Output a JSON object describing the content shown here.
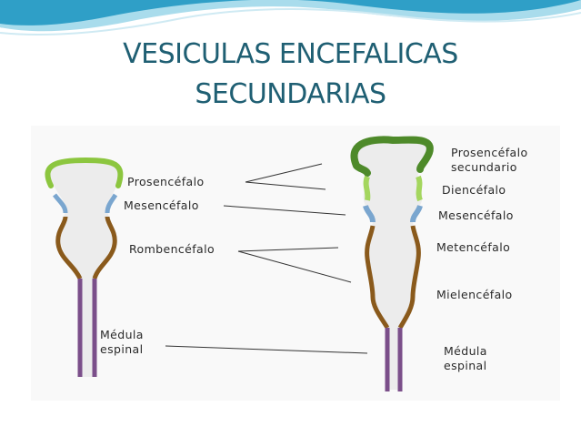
{
  "title": {
    "line1": "VESICULAS ENCEFALICAS",
    "line2": "SECUNDARIAS"
  },
  "diagram": {
    "left_labels": {
      "prosencefalo": "Prosencéfalo",
      "mesencefalo": "Mesencéfalo",
      "rombencefalo": "Rombencéfalo",
      "medula_line1": "Médula",
      "medula_line2": "espinal"
    },
    "right_labels": {
      "prosencefalo_sec_line1": "Prosencéfalo",
      "prosencefalo_sec_line2": "secundario",
      "diencefalo": "Diencéfalo",
      "mesencefalo": "Mesencéfalo",
      "metencefalo": "Metencéfalo",
      "mielencefalo": "Mielencéfalo",
      "medula_line1": "Médula",
      "medula_line2": "espinal"
    },
    "colors": {
      "prosencefalo": "#8cc63f",
      "prosencefalo_secundario": "#4e8a2a",
      "diencefalo": "#a4d65e",
      "mesencefalo": "#7aa6cf",
      "rombencefalo": "#8a5a1c",
      "medula": "#7b4f8a",
      "title": "#1f5f73",
      "header_wave": "#5fb8d6"
    }
  }
}
